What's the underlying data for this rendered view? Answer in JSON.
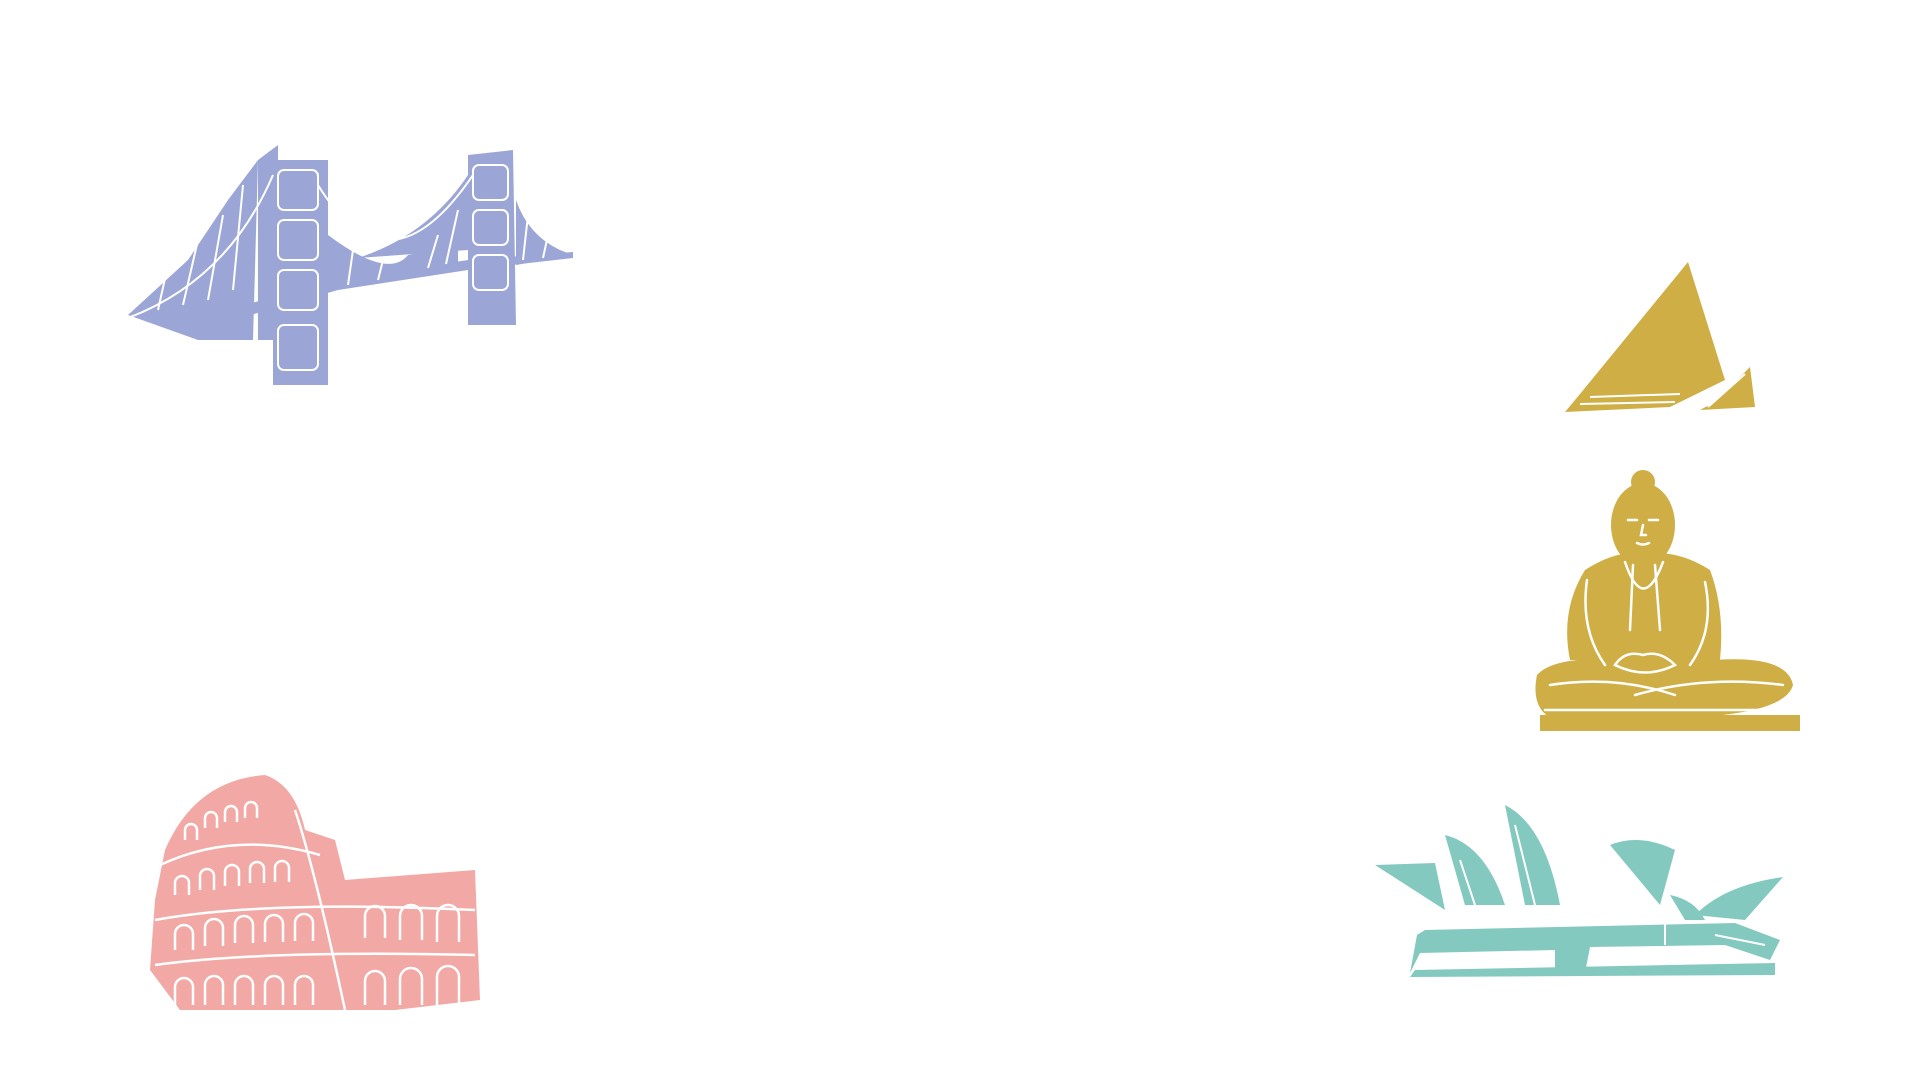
{
  "landmarks": [
    {
      "name": "golden-gate-bridge-illustration",
      "color": "#9ba6d6"
    },
    {
      "name": "pyramids-illustration",
      "color": "#cfae45"
    },
    {
      "name": "buddha-statue-illustration",
      "color": "#cfae45"
    },
    {
      "name": "colosseum-illustration",
      "color": "#f2a8a4"
    },
    {
      "name": "sydney-opera-house-illustration",
      "color": "#84c9bf"
    }
  ]
}
